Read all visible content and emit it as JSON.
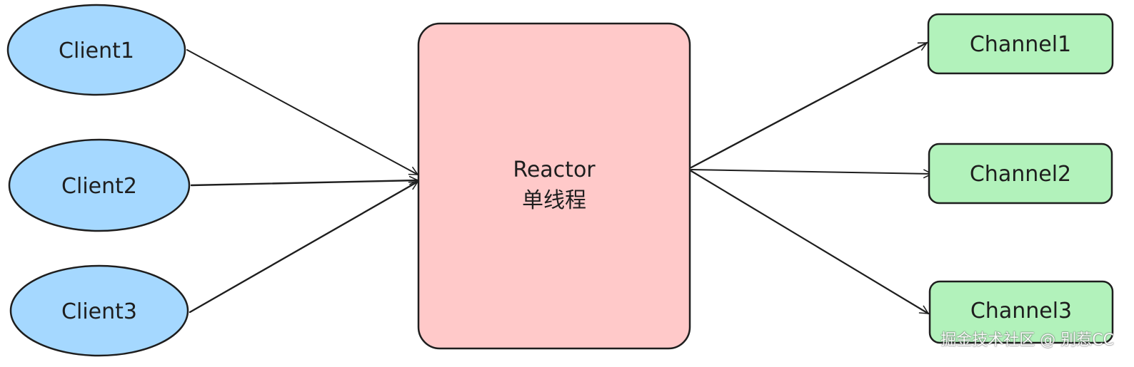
{
  "clients": [
    {
      "label": "Client1"
    },
    {
      "label": "Client2"
    },
    {
      "label": "Client3"
    }
  ],
  "reactor": {
    "line1": "Reactor",
    "line2": "单线程"
  },
  "channels": [
    {
      "label": "Channel1"
    },
    {
      "label": "Channel2"
    },
    {
      "label": "Channel3"
    }
  ],
  "watermark": "掘金技术社区 @ 别惹CC",
  "colors": {
    "client_fill": "#a5d8ff",
    "reactor_fill": "#ffc9c9",
    "channel_fill": "#b2f2bb",
    "stroke": "#1e1e1e"
  }
}
